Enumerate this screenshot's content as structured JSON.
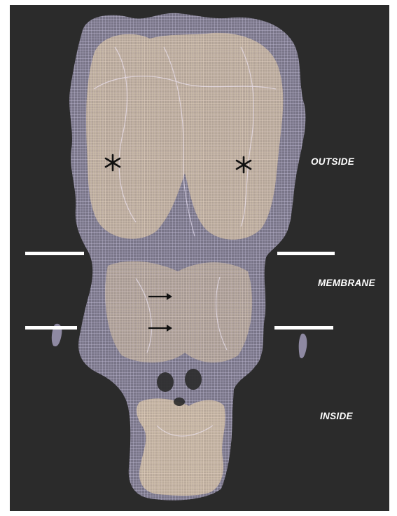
{
  "labels": {
    "outside": "OUTSIDE",
    "membrane": "MEMBRANE",
    "inside": "INSIDE"
  },
  "markers": {
    "asterisk": "*",
    "arrow_count": 2
  },
  "colors": {
    "background": "#2b2b2b",
    "mesh_lavender": "#c8c0e0",
    "mesh_tan": "#e6ceaa",
    "boundary_lines": "#ffffff"
  }
}
